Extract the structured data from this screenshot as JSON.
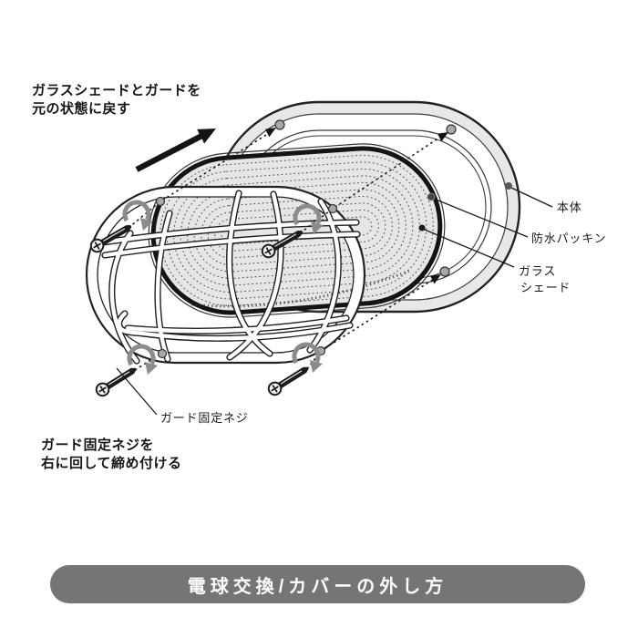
{
  "instructions": {
    "return_parts": {
      "line1": "ガラスシェードとガードを",
      "line2": "元の状態に戻す"
    },
    "tighten_screw": {
      "line1": "ガード固定ネジを",
      "line2": "右に回して締め付ける"
    }
  },
  "part_labels": {
    "body": "本体",
    "waterproof_packing": "防水パッキン",
    "glass_shade_line1": "ガラス",
    "glass_shade_line2": "シェード",
    "guard_screw": "ガード固定ネジ"
  },
  "banner": {
    "title": "電球交換/カバーの外し方"
  },
  "icons": {
    "direction_arrow": "thick black arrow pointing up-right",
    "rotate_clockwise": "gray circular clockwise-turn arrow",
    "fixing_screw": "machine screw with cross head"
  },
  "colors": {
    "line": "#1a1a1a",
    "body_ring": "#e8e8e8",
    "shade_fill": "#e6e6e6",
    "packing_band": "#141414",
    "rotate_arrow": "#8c8c8c",
    "hole_dot": "#a8a8a8",
    "banner_bg": "#757575",
    "banner_text": "#ffffff"
  }
}
